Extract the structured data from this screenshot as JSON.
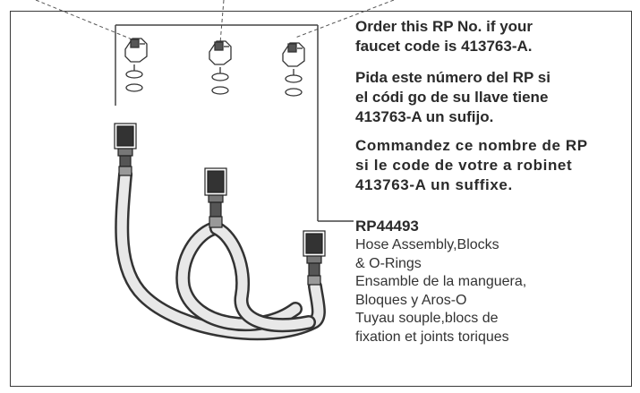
{
  "text_en": [
    "Order this RP No. if your",
    "faucet code is 413763-A."
  ],
  "text_es": [
    "Pida este número del RP si",
    "el códi go de su llave tiene",
    "413763-A un sufijo."
  ],
  "text_fr": [
    "Commandez ce nombre de RP",
    "si le code de votre a robinet",
    "413763-A un suffixe."
  ],
  "part_number": "RP44493",
  "description": [
    "Hose Assembly,Blocks",
    "& O-Rings",
    "Ensamble de la manguera,",
    "Bloques y Aros-O",
    "Tuyau souple,blocs de",
    "fixation et joints toriques"
  ],
  "colors": {
    "ink": "#2a2a2a",
    "hose": "#3a3a3a",
    "border": "#3a3a3a"
  }
}
